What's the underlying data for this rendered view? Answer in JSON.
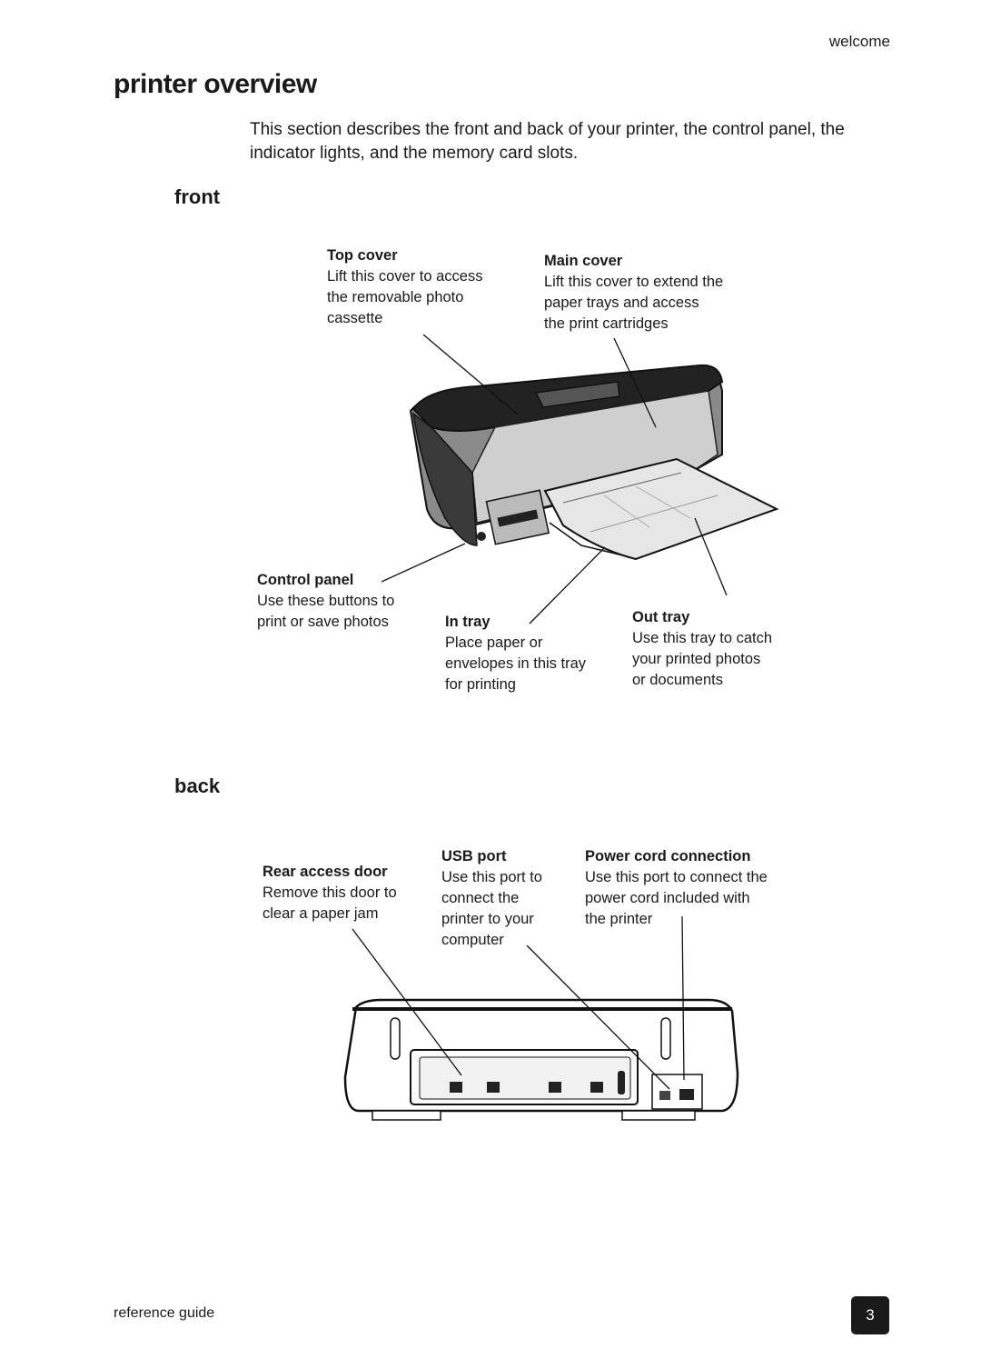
{
  "header": {
    "section_label": "welcome"
  },
  "title": "printer overview",
  "intro": "This section describes the front and back of your printer, the control panel, the indicator lights, and the memory card slots.",
  "front": {
    "heading": "front",
    "callouts": {
      "top_cover": {
        "title": "Top cover",
        "desc": "Lift this cover to access\nthe removable photo\ncassette"
      },
      "main_cover": {
        "title": "Main cover",
        "desc": "Lift this cover to extend the\npaper trays and access\nthe print cartridges"
      },
      "control_panel": {
        "title": "Control panel",
        "desc": "Use these buttons to\nprint or save photos"
      },
      "in_tray": {
        "title": "In tray",
        "desc": "Place paper or\nenvelopes in this tray\nfor printing"
      },
      "out_tray": {
        "title": "Out tray",
        "desc": "Use this tray to catch\nyour printed photos\nor documents"
      }
    }
  },
  "back": {
    "heading": "back",
    "callouts": {
      "rear_door": {
        "title": "Rear access door",
        "desc": "Remove this door to\nclear a paper jam"
      },
      "usb_port": {
        "title": "USB port",
        "desc": "Use this port to\nconnect the\nprinter to your\ncomputer"
      },
      "power_cord": {
        "title": "Power cord connection",
        "desc": "Use this port to connect the\npower cord included with\nthe printer"
      }
    }
  },
  "footer": {
    "doc_label": "reference guide",
    "page_number": "3"
  }
}
